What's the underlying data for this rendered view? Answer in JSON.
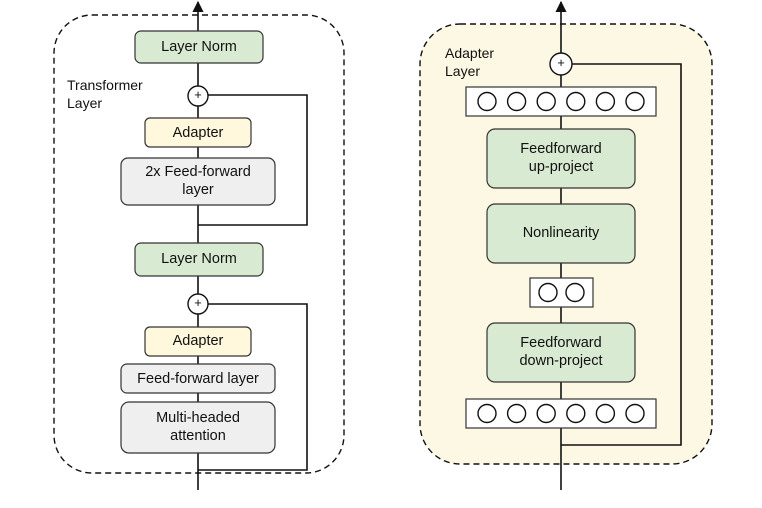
{
  "transformer": {
    "caption_line1": "Transformer",
    "caption_line2": "Layer",
    "layer_norm_top": "Layer Norm",
    "adapter_top": "Adapter",
    "ffn2x_line1": "2x Feed-forward",
    "ffn2x_line2": "layer",
    "layer_norm_bottom": "Layer Norm",
    "adapter_bottom": "Adapter",
    "ffn_layer": "Feed-forward layer",
    "mha_line1": "Multi-headed",
    "mha_line2": "attention",
    "sum_symbol": "+"
  },
  "adapter": {
    "caption_line1": "Adapter",
    "caption_line2": "Layer",
    "up_line1": "Feedforward",
    "up_line2": "up-project",
    "nonlinearity": "Nonlinearity",
    "down_line1": "Feedforward",
    "down_line2": "down-project",
    "sum_symbol": "+",
    "top_units": 6,
    "bottom_units": 6,
    "bottleneck_units": 2
  },
  "colors": {
    "green_fill": "#d9ead3",
    "yellow_fill": "#fff8dc",
    "gray_fill": "#efefef",
    "adapter_bg": "#fdf8e3",
    "stroke": "#333333"
  }
}
